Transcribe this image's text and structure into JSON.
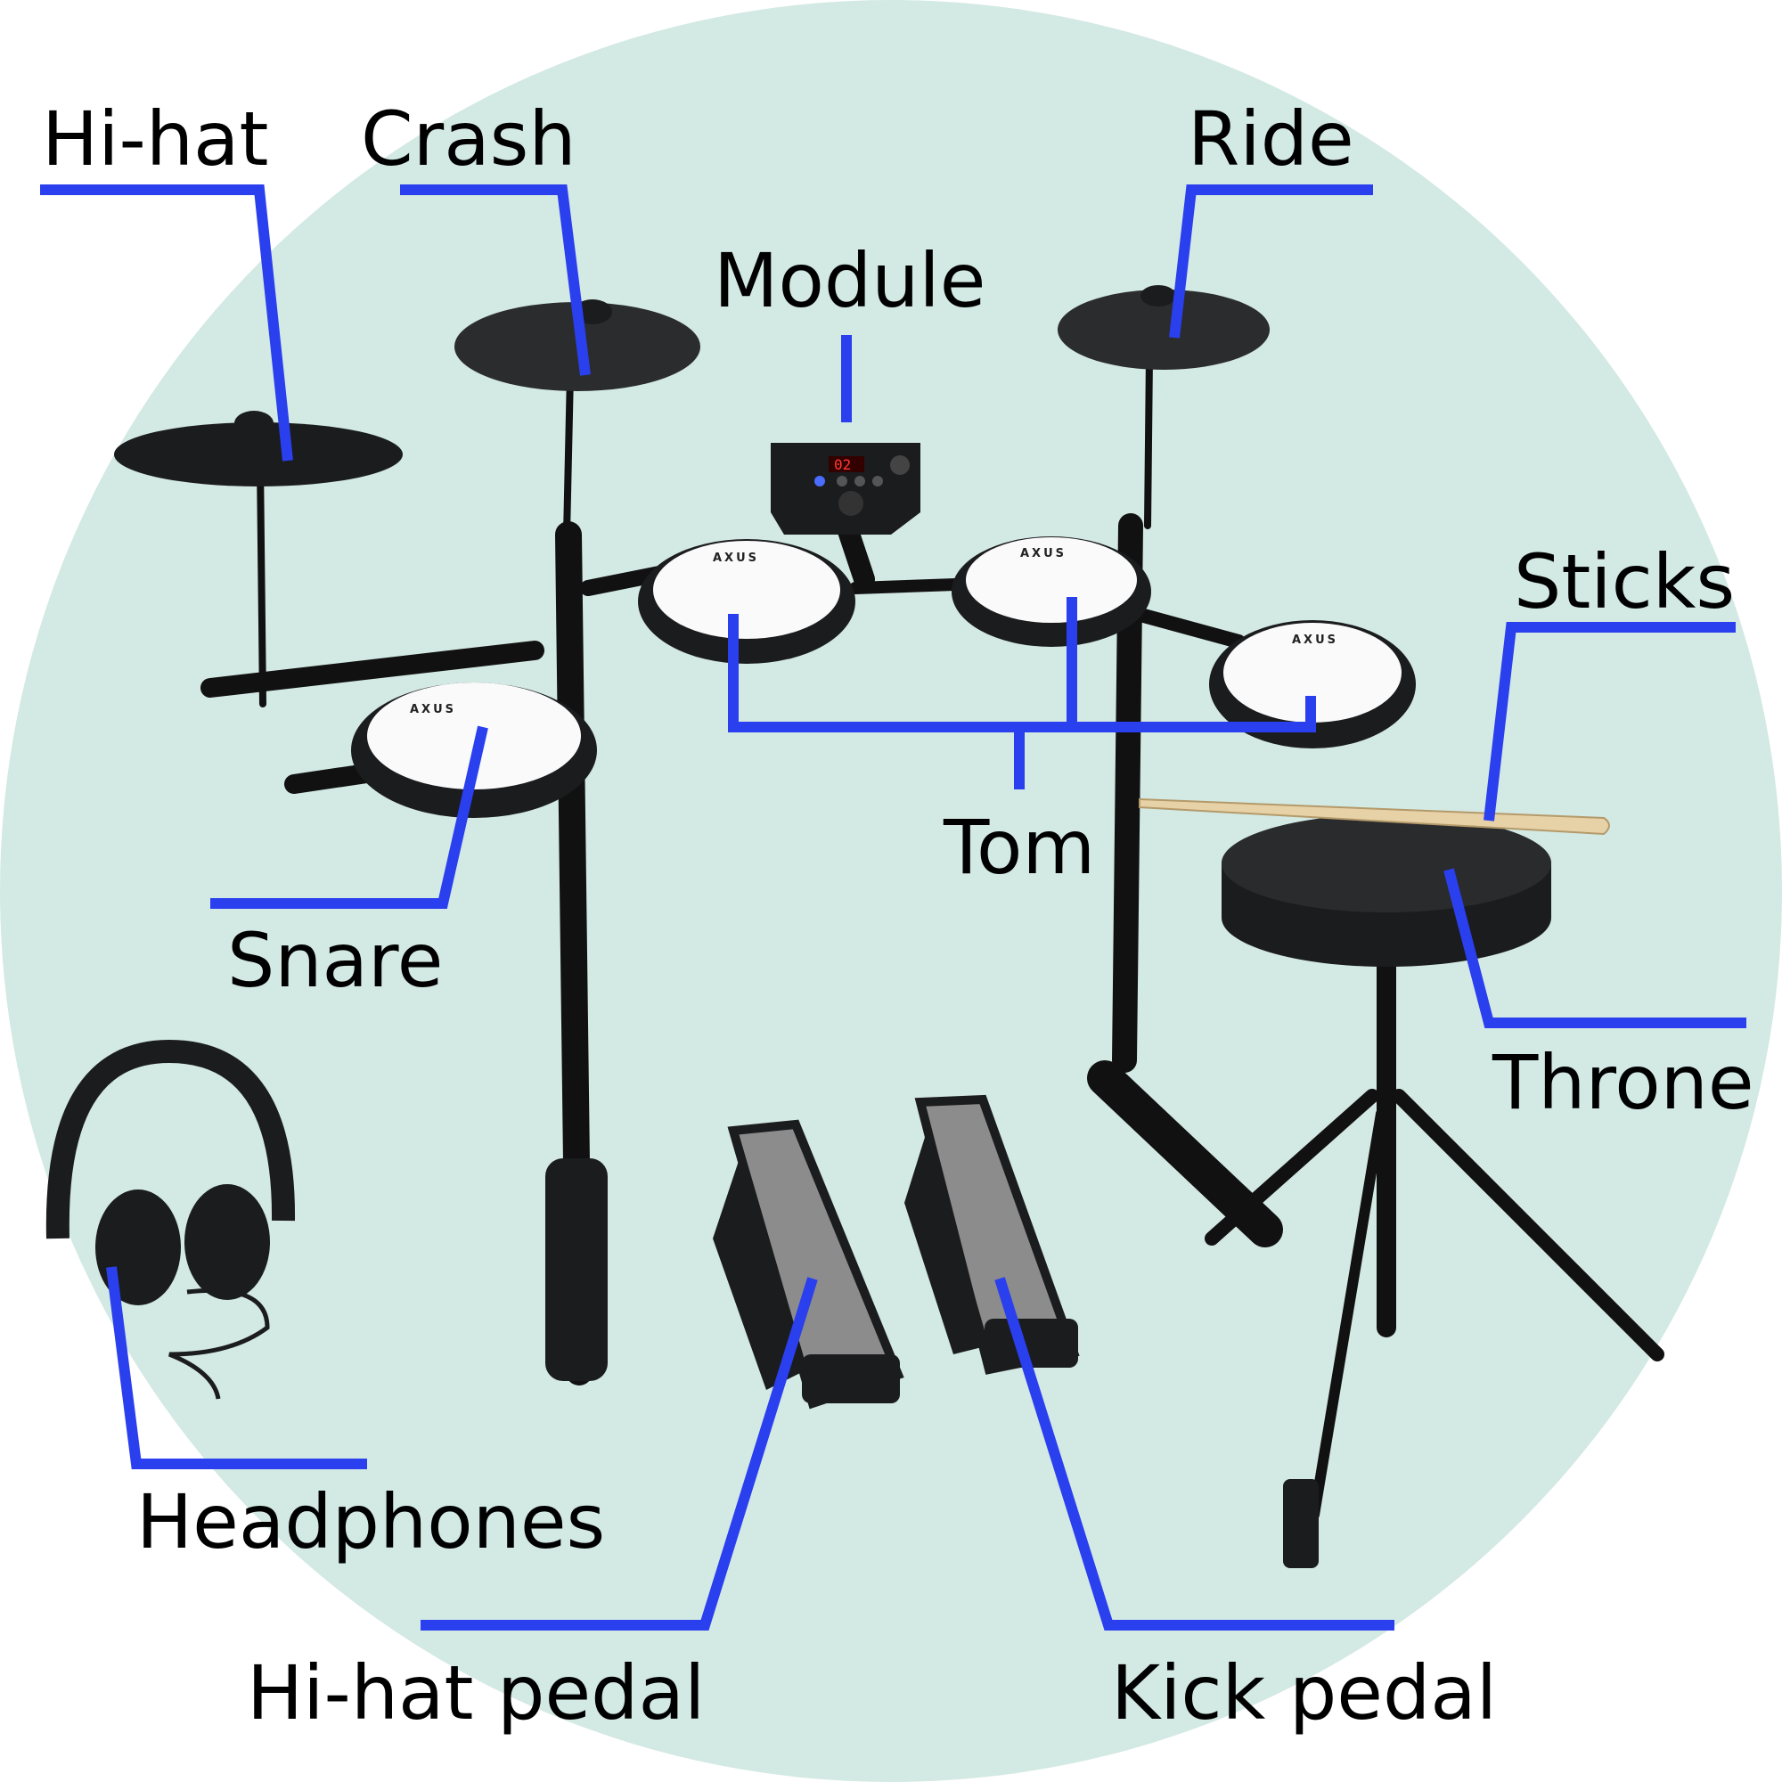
{
  "background_color": "#d3e9e3",
  "leader_color": "#2a3fee",
  "labels": {
    "hihat": "Hi-hat",
    "crash": "Crash",
    "ride": "Ride",
    "module": "Module",
    "sticks": "Sticks",
    "tom": "Tom",
    "snare": "Snare",
    "throne": "Throne",
    "headphones": "Headphones",
    "hihat_pedal": "Hi-hat pedal",
    "kick_pedal": "Kick pedal"
  },
  "pad_brand": "AXUS",
  "module_display": "02"
}
